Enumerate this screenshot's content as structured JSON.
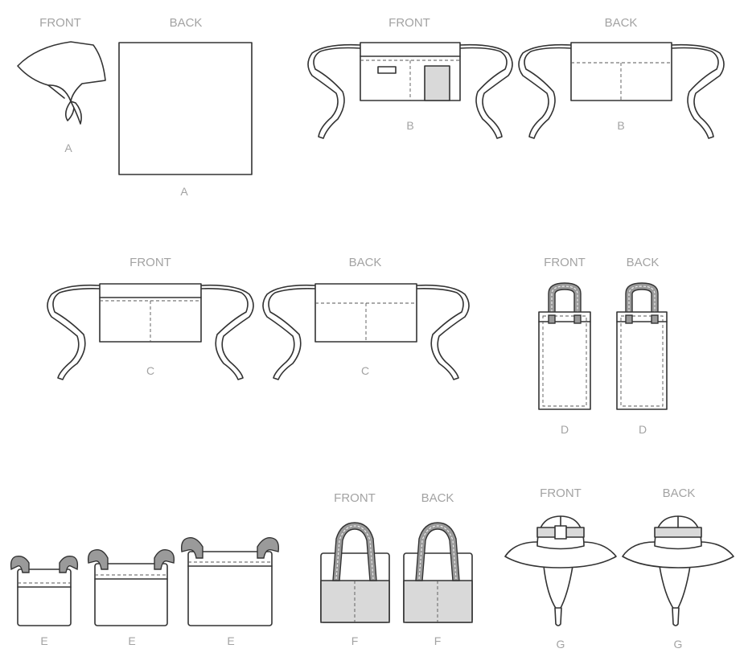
{
  "views": {
    "a": {
      "front": "FRONT",
      "back": "BACK",
      "front_letter": "A",
      "back_letter": "A"
    },
    "b": {
      "front": "FRONT",
      "back": "BACK",
      "front_letter": "B",
      "back_letter": "B"
    },
    "c": {
      "front": "FRONT",
      "back": "BACK",
      "front_letter": "C",
      "back_letter": "C"
    },
    "d": {
      "front": "FRONT",
      "back": "BACK",
      "front_letter": "D",
      "back_letter": "D"
    },
    "e": {
      "letter_1": "E",
      "letter_2": "E",
      "letter_3": "E"
    },
    "f": {
      "front": "FRONT",
      "back": "BACK",
      "front_letter": "F",
      "back_letter": "F"
    },
    "g": {
      "front": "FRONT",
      "back": "BACK",
      "front_letter": "G",
      "back_letter": "G"
    }
  },
  "colors": {
    "line": "#333333",
    "label": "#a3a3a3",
    "contrast_fill": "#d9d9d9"
  }
}
